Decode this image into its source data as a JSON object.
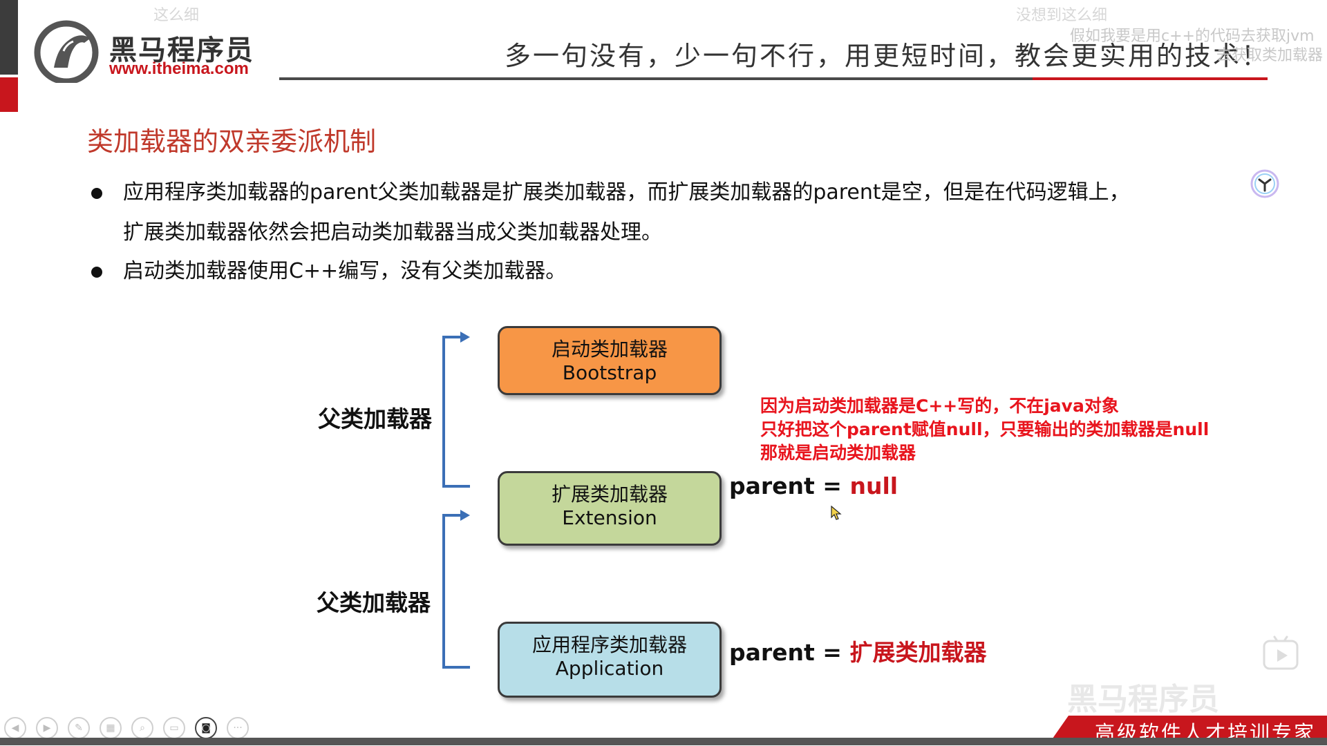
{
  "header": {
    "logo_cn": "黑马程序员",
    "logo_url": "www.itheima.com",
    "slogan": "多一句没有，少一句不行，用更短时间，教会更实用的技术！"
  },
  "danmaku": [
    "这么细",
    "没想到这么细",
    "假如我要是用c++的代码去获取jvm",
    "去获取类加载器 r"
  ],
  "section_title": "类加载器的双亲委派机制",
  "bullets": [
    "应用程序类加载器的parent父类加载器是扩展类加载器，而扩展类加载器的parent是空，但是在代码逻辑上，扩展类加载器依然会把启动类加载器当成父类加载器处理。",
    "启动类加载器使用C++编写，没有父类加载器。"
  ],
  "diagram": {
    "boxes": [
      {
        "cn": "启动类加载器",
        "en": "Bootstrap",
        "color": "#f79646"
      },
      {
        "cn": "扩展类加载器",
        "en": "Extension",
        "color": "#c4d79b"
      },
      {
        "cn": "应用程序类加载器",
        "en": "Application",
        "color": "#b7dee8"
      }
    ],
    "parent_label_top": "父类加载器",
    "parent_label_bottom": "父类加载器",
    "ext_parent": {
      "key": "parent =",
      "value": "null"
    },
    "app_parent": {
      "key": "parent =",
      "value": "扩展类加载器"
    },
    "arrow_color": "#3b6fb6"
  },
  "annotation": [
    "因为启动类加载器是C++写的，不在java对象",
    "只好把这个parent赋值null，只要输出的类加载器是null",
    "那就是启动类加载器"
  ],
  "footer": {
    "slogan": "高级软件人才培训专家",
    "watermark": "黑马程序员"
  },
  "colors": {
    "brand_red": "#c8161d",
    "title_red": "#c0392b",
    "annotation_red": "#e8141d"
  }
}
